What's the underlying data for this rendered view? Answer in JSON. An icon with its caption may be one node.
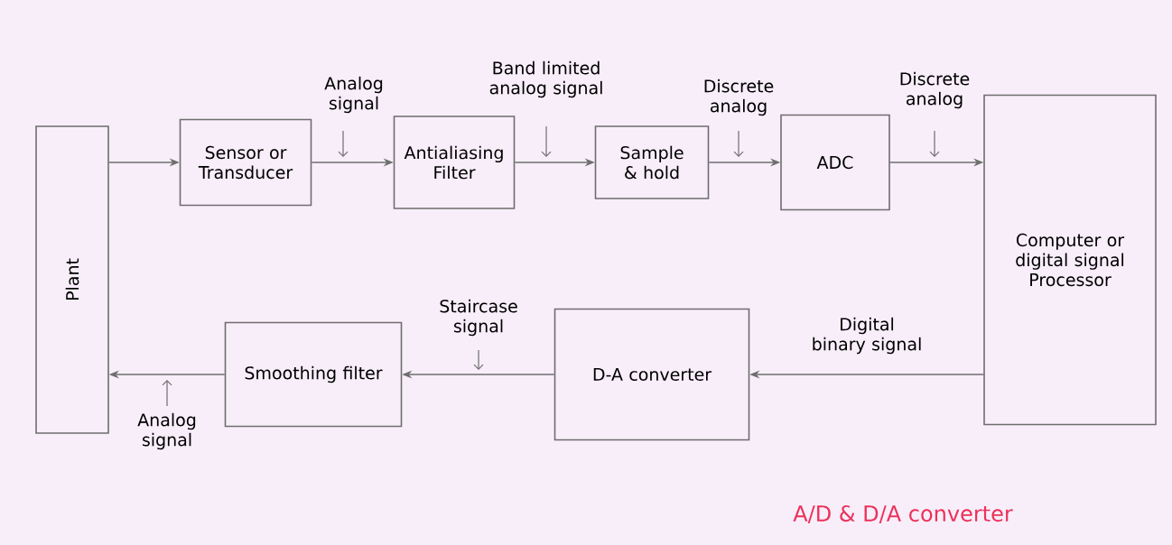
{
  "diagram": {
    "nodes": [
      {
        "text": [
          "Plant"
        ]
      },
      {
        "text": [
          "Sensor or Transducer"
        ]
      },
      {
        "text": [
          "Antialiasing Filter"
        ]
      },
      {
        "text": [
          "Sample & hold"
        ]
      },
      {
        "text": [
          "ADC"
        ]
      },
      {
        "text": [
          "Computer or digital signal Processor"
        ]
      },
      {
        "text": [
          "D-A converter"
        ]
      },
      {
        "text": [
          "Smoothing filter"
        ]
      }
    ],
    "edges": [
      {
        "from": 0,
        "to": 1,
        "arrow": "to"
      },
      {
        "from": 1,
        "to": 2,
        "arrow": "to",
        "label": "Analog signal"
      },
      {
        "from": 2,
        "to": 3,
        "arrow": "to",
        "label": "Band limited analog signal"
      },
      {
        "from": 3,
        "to": 4,
        "arrow": "to",
        "label": "Discrete analog"
      },
      {
        "from": 4,
        "to": 5,
        "arrow": "to",
        "label": "Discrete analog"
      },
      {
        "from": 5,
        "to": 6,
        "arrow": "to",
        "label": "Digital binary signal"
      },
      {
        "from": 6,
        "to": 7,
        "arrow": "to",
        "label": "Staircase signal"
      },
      {
        "from": 7,
        "to": 0,
        "arrow": "to",
        "label": "Analog signal"
      }
    ],
    "labels": [
      "A/D & D/A converter"
    ]
  }
}
